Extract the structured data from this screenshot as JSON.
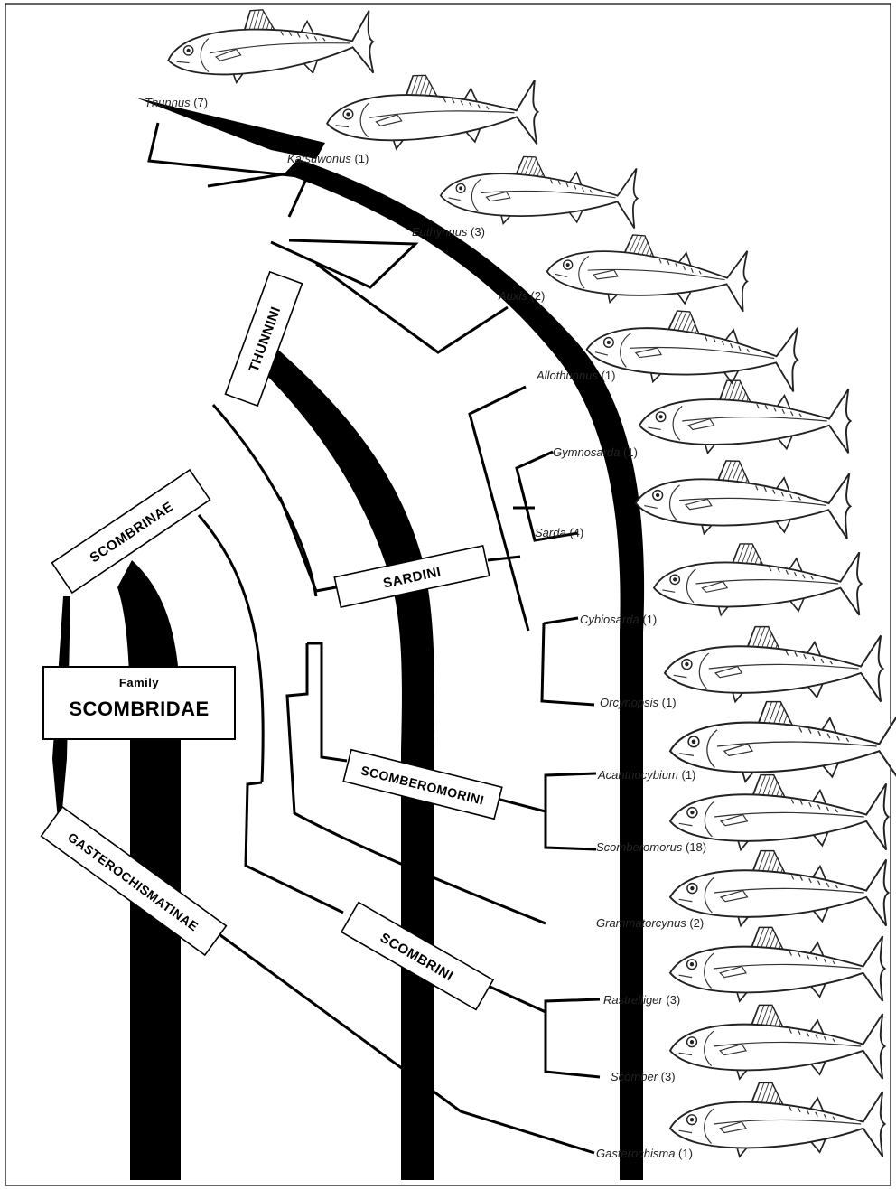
{
  "family": {
    "small_label": "Family",
    "name": "SCOMBRIDAE"
  },
  "subfamilies": [
    {
      "name": "SCOMBRINAE"
    },
    {
      "name": "GASTEROCHISMATINAE"
    }
  ],
  "tribes": [
    {
      "name": "THUNNINI"
    },
    {
      "name": "SARDINI"
    },
    {
      "name": "SCOMBEROMORINI"
    },
    {
      "name": "SCOMBRINI"
    }
  ],
  "genera": [
    {
      "genus": "Thunnus",
      "count": "(7)",
      "fish": "tuna-fish-icon"
    },
    {
      "genus": "Katsuwonus",
      "count": "(1)",
      "fish": "skipjack-fish-icon"
    },
    {
      "genus": "Euthynnus",
      "count": "(3)",
      "fish": "little-tunny-fish-icon"
    },
    {
      "genus": "Auxis",
      "count": "(2)",
      "fish": "frigate-tuna-fish-icon"
    },
    {
      "genus": "Allothunnus",
      "count": "(1)",
      "fish": "slender-tuna-fish-icon"
    },
    {
      "genus": "Gymnosarda",
      "count": "(1)",
      "fish": "dogtooth-tuna-fish-icon"
    },
    {
      "genus": "Sarda",
      "count": "(4)",
      "fish": "bonito-fish-icon"
    },
    {
      "genus": "Cybiosarda",
      "count": "(1)",
      "fish": "leaping-bonito-fish-icon"
    },
    {
      "genus": "Orcynopsis",
      "count": "(1)",
      "fish": "plain-bonito-fish-icon"
    },
    {
      "genus": "Acanthocybium",
      "count": "(1)",
      "fish": "wahoo-fish-icon"
    },
    {
      "genus": "Scomberomorus",
      "count": "(18)",
      "fish": "spanish-mackerel-fish-icon"
    },
    {
      "genus": "Grammatorcynus",
      "count": "(2)",
      "fish": "shark-mackerel-fish-icon"
    },
    {
      "genus": "Rastrelliger",
      "count": "(3)",
      "fish": "indian-mackerel-fish-icon"
    },
    {
      "genus": "Scomber",
      "count": "(3)",
      "fish": "mackerel-fish-icon"
    },
    {
      "genus": "Gasterochisma",
      "count": "(1)",
      "fish": "butterfly-kingfish-fish-icon"
    }
  ],
  "colors": {
    "ink": "#000000",
    "paper": "#ffffff"
  }
}
